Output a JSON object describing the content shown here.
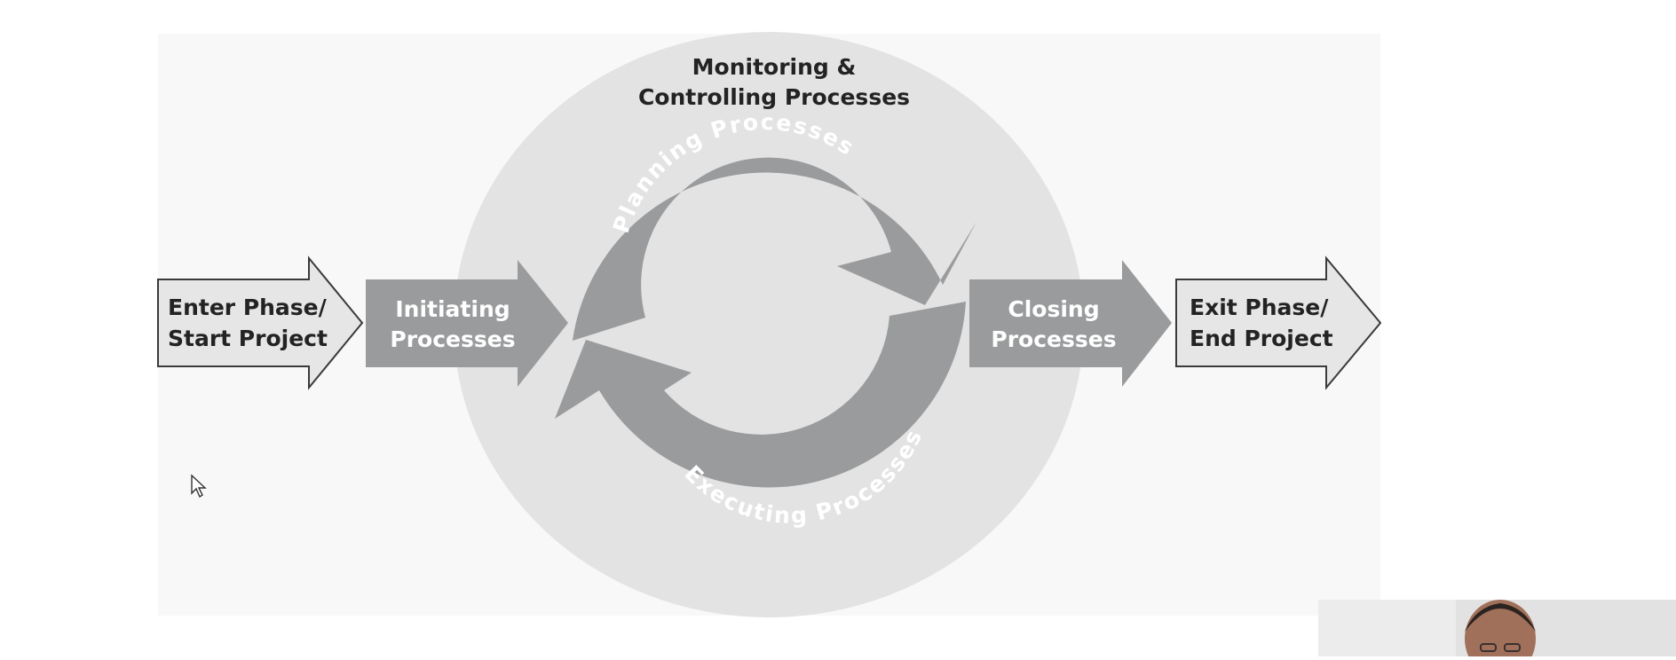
{
  "diagram": {
    "monitoring": {
      "line1": "Monitoring &",
      "line2": "Controlling Processes"
    },
    "enter": {
      "line1": "Enter Phase/",
      "line2": "Start Project"
    },
    "initiating": {
      "line1": "Initiating",
      "line2": "Processes"
    },
    "planning": {
      "label": "Planning Processes"
    },
    "executing": {
      "label": "Executing Processes"
    },
    "closing": {
      "line1": "Closing",
      "line2": "Processes"
    },
    "exit": {
      "line1": "Exit Phase/",
      "line2": "End Project"
    }
  },
  "colors": {
    "panel": "#f8f8f8",
    "circle": "#e3e3e3",
    "outline_arrow_fill": "#e6e6e6",
    "dark_gray": "#9a9b9d",
    "dark_text": "#232323",
    "white_text": "#ffffff"
  }
}
